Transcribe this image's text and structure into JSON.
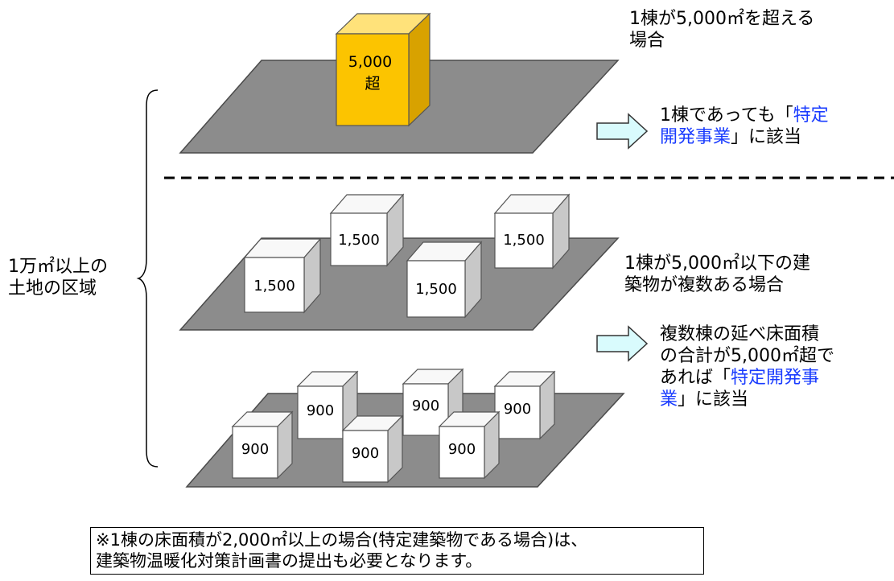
{
  "area_label": [
    "1万㎡以上の",
    "土地の区域"
  ],
  "cases": [
    {
      "condition": [
        "1棟が5,000㎡を超える",
        "場合"
      ],
      "result": [
        [
          {
            "t": "1棟であっても「"
          },
          {
            "t": "特定",
            "hl": true
          }
        ],
        [
          {
            "t": "開発事業",
            "hl": true
          },
          {
            "t": "」に該当"
          }
        ]
      ]
    },
    {
      "condition": [
        "1棟が5,000㎡以下の建",
        "築物が複数ある場合"
      ],
      "result": [
        [
          {
            "t": "複数棟の延べ床面積"
          }
        ],
        [
          {
            "t": "の合計が5,000㎡超で"
          }
        ],
        [
          {
            "t": "あれば「"
          },
          {
            "t": "特定開発事",
            "hl": true
          }
        ],
        [
          {
            "t": "業",
            "hl": true
          },
          {
            "t": "」に該当"
          }
        ]
      ]
    }
  ],
  "buildings": {
    "large": [
      "5,000",
      "超"
    ],
    "medium": [
      "1,500",
      "1,500",
      "1,500",
      "1,500"
    ],
    "small": [
      "900",
      "900",
      "900",
      "900",
      "900",
      "900"
    ]
  },
  "note": [
    "※1棟の床面積が2,000㎡以上の場合(特定建築物である場合)は、",
    "建築物温暖化対策計画書の提出も必要となります。"
  ],
  "colors": {
    "highlight": "#1a3cff",
    "plot_fill": "#8c8c8c",
    "large_building_front": "#fcc400",
    "large_building_side": "#d8a200",
    "arrow_fill": "#d9fbfd"
  }
}
